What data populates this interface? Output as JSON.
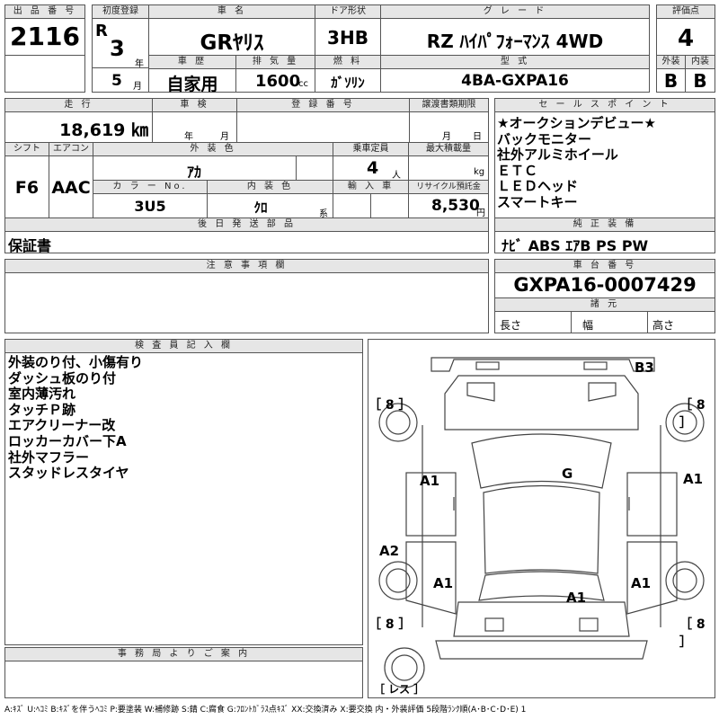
{
  "header": {
    "lot_no_label": "出 品 番 号",
    "lot_no": "2116",
    "first_reg_label": "初度登録",
    "era": "R",
    "year_num": "3",
    "year_unit": "年",
    "month_num": "5",
    "month_unit": "月",
    "car_name_label": "車 名",
    "car_name": "GRﾔﾘｽ",
    "door_label": "ドア形状",
    "door": "3HB",
    "grade_label": "グ レ ー ド",
    "grade": "RZ ﾊｲﾊﾟﾌｫｰﾏﾝｽ 4WD",
    "score_label": "評価点",
    "score": "4",
    "history_label": "車 歴",
    "history": "自家用",
    "displacement_label": "排 気 量",
    "displacement": "1600",
    "displacement_unit": "cc",
    "fuel_label": "燃 料",
    "fuel": "ｶﾞｿﾘﾝ",
    "model_label": "型 式",
    "model": "4BA-GXPA16",
    "exterior_label": "外装",
    "exterior": "B",
    "interior_label": "内装",
    "interior": "B"
  },
  "row2": {
    "mileage_label": "走 行",
    "mileage": "18,619 ㎞",
    "inspection_label": "車 検",
    "year_unit": "年",
    "month_unit": "月",
    "reg_no_label": "登 録 番 号",
    "transfer_label": "譲渡書類期限",
    "shift_label": "シフト",
    "shift": "F6",
    "ac_label": "エアコン",
    "ac": "AAC",
    "color_label": "外 装 色",
    "color": "ｱｶ",
    "capacity_label": "乗車定員",
    "capacity": "4",
    "capacity_unit": "人",
    "load_label": "最大積載量",
    "load_unit": "kg",
    "color_no_label": "カ ラ ー No.",
    "color_no": "3U5",
    "int_color_label": "内 装 色",
    "int_color": "ｸﾛ",
    "int_color_unit": "系",
    "import_label": "輸 入 車",
    "recycle_label": "リサイクル預託金",
    "recycle": "8,530",
    "recycle_unit": "円",
    "later_label": "後 日 発 送 部 品",
    "later": "保証書",
    "notes_label": "注 意 事 項 欄"
  },
  "sales_points": {
    "label": "セ ー ル ス ポ イ ン ト",
    "items": [
      "★オークションデビュー★",
      "バックモニター",
      "社外アルミホイール",
      "ＥＴＣ",
      "ＬＥＤヘッド",
      "スマートキー"
    ]
  },
  "equipment": {
    "label": "純 正 装 備",
    "value": "ﾅﾋﾞ ABS ｴｱB PS PW"
  },
  "chassis": {
    "label": "車 台 番 号",
    "value": "GXPA16-0007429",
    "dims_label": "諸 元",
    "length_label": "長さ",
    "width_label": "幅",
    "height_label": "高さ"
  },
  "inspector": {
    "label": "検 査 員 記 入 欄",
    "lines": [
      "外装のり付、小傷有り",
      "ダッシュ板のり付",
      "室内薄汚れ",
      "タッチＰ跡",
      "エアクリーナー改",
      "ロッカーカバー下A",
      "社外マフラー",
      "スタッドレスタイヤ"
    ]
  },
  "diagram": {
    "marks": {
      "b3": "B3",
      "g": "G",
      "a1_left_front_door": "A1",
      "a1_right_front_door": "A1",
      "a2_left": "A2",
      "a1_left_rear": "A1",
      "a1_right_rear": "A1",
      "a1_trunk": "A1"
    },
    "tire_fl": "［ 8 ］",
    "tire_fr": "［ 8 ］",
    "tire_rl": "［ 8 ］",
    "tire_rr": "［ 8 ］",
    "spare": "［ レス ］"
  },
  "office": {
    "label": "事 務 局 よ り ご 案 内"
  },
  "legend": "A:ｷｽﾞ U:ﾍｺﾐ B:ｷｽﾞを伴うﾍｺﾐ P:要塗装 W:補修跡 S:錆 C:腐食 G:ﾌﾛﾝﾄｶﾞﾗｽ点ｷｽﾞ XX:交換済み X:要交換  内・外装評価 5段階ﾗﾝｸ順(A･B･C･D･E) 1"
}
